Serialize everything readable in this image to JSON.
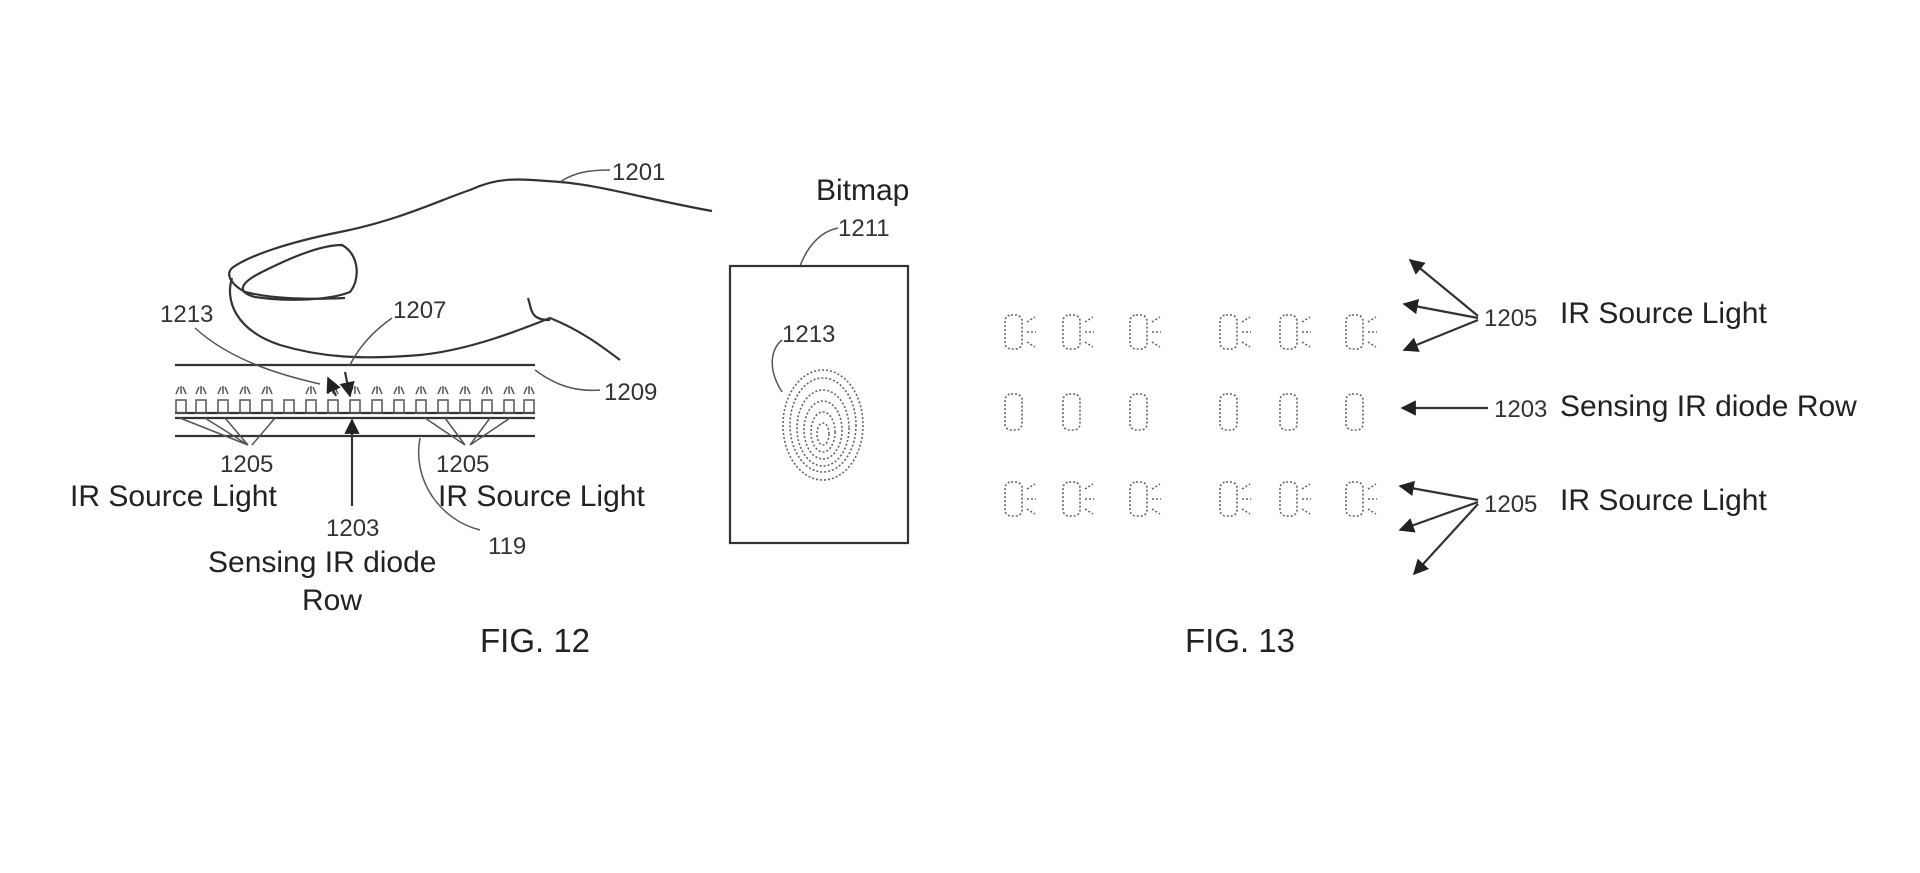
{
  "fig12": {
    "caption": "FIG. 12",
    "finger_ref": "1201",
    "layer_ref": "1209",
    "arrow_ref": "1207",
    "contact_ref": "1213",
    "diode_ref": "1203",
    "diode_label_line1": "Sensing IR diode",
    "diode_label_line2": "Row",
    "source_left_ref": "1205",
    "source_left_label": "IR Source Light",
    "source_right_ref": "1205",
    "source_right_label": "IR Source Light",
    "substrate_ref": "119",
    "bitmap_title": "Bitmap",
    "bitmap_ref": "1211",
    "print_ref": "1213"
  },
  "fig13": {
    "caption": "FIG. 13",
    "top_ref": "1205",
    "top_label": "IR Source Light",
    "middle_ref": "1203",
    "middle_label": "Sensing IR diode Row",
    "bottom_ref": "1205",
    "bottom_label": "IR Source Light"
  }
}
